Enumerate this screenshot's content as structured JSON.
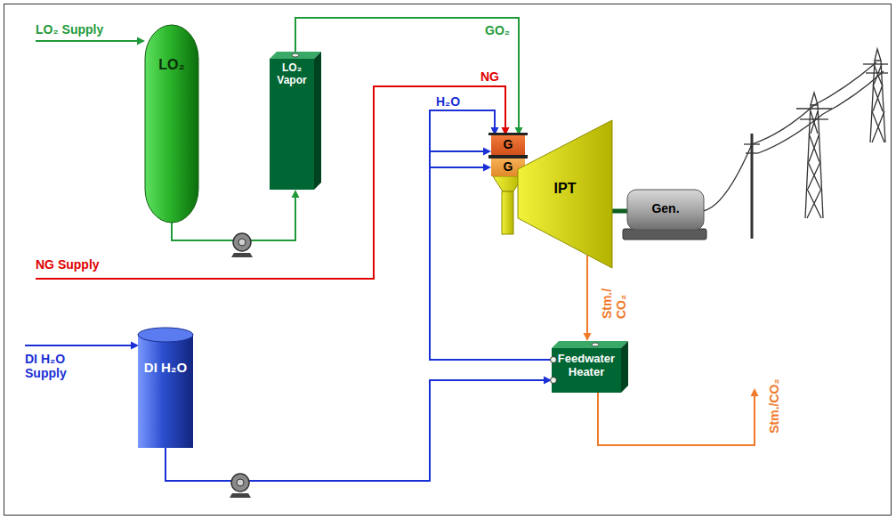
{
  "diagram": {
    "nodes": [
      {
        "text": [
          "LO₂"
        ]
      },
      {
        "text": [
          "LO₂ Vapor"
        ]
      },
      {
        "text": [
          "G"
        ]
      },
      {
        "text": [
          "G"
        ]
      },
      {
        "text": [
          "IPT"
        ]
      },
      {
        "text": [
          "Gen."
        ]
      },
      {
        "text": [
          "DI H₂O"
        ]
      },
      {
        "text": [
          "Feedwater Heater"
        ]
      }
    ],
    "edges": [
      {
        "from": 0,
        "to": 1,
        "arrow": "to"
      },
      {
        "from": 1,
        "to": 2,
        "arrow": "to",
        "label": "GO₂"
      },
      {
        "from": 7,
        "to": 2,
        "arrow": "to",
        "label": "H₂O"
      },
      {
        "from": 7,
        "to": 2,
        "arrow": "to"
      },
      {
        "from": 7,
        "to": 3,
        "arrow": "to"
      },
      {
        "from": 6,
        "to": 7,
        "arrow": "to"
      },
      {
        "from": 4,
        "to": 5,
        "arrow": "none"
      },
      {
        "from": 4,
        "to": 7,
        "arrow": "to",
        "label": "Stm./ CO₂"
      }
    ],
    "labels": [
      "LO₂ Supply",
      "NG",
      "NG Supply",
      "DI H₂O Supply",
      "Stm./CO₂"
    ]
  }
}
